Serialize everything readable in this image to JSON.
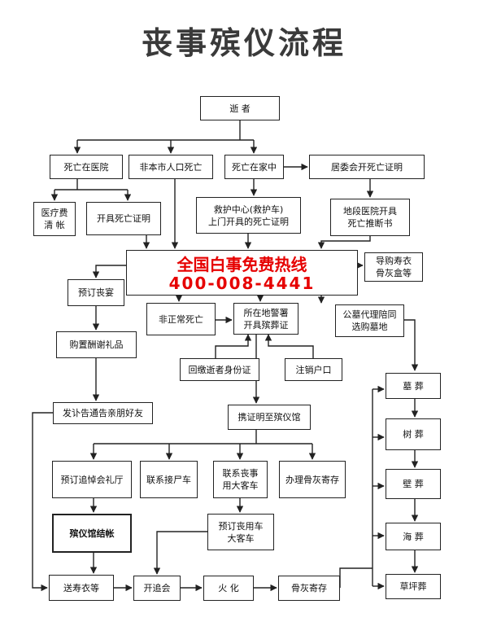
{
  "title": "丧事殡仪流程",
  "hotline": {
    "line1": "全国白事免费热线",
    "line2": "400-008-4441"
  },
  "nodes": {
    "deceased": "逝 者",
    "die_hospital": "死亡在医院",
    "non_resident": "非本市人口死亡",
    "die_home": "死亡在家中",
    "committee_cert": "居委会开死亡证明",
    "medical_fee": "医疗费\n清  帐",
    "issue_cert": "开具死亡证明",
    "rescue_center": "救护中心(救护车)\n上门开具的死亡证明",
    "district_hospital": "地段医院开具\n死亡推断书",
    "buy_shroud": "导购寿衣\n骨灰盒等",
    "book_banquet": "预订丧宴",
    "unnatural": "非正常死亡",
    "police_permit": "所在地警署\n开具殡葬证",
    "cemetery_agent": "公墓代理陪同\n选购墓地",
    "buy_gifts": "购置酬谢礼品",
    "return_id": "回缴逝者身份证",
    "cancel_hukou": "注销户口",
    "obituary": "发讣告通告亲朋好友",
    "bring_cert": "携证明至殡仪馆",
    "book_hall": "预订追悼会礼厅",
    "contact_hearse": "联系接尸车",
    "contact_bus": "联系丧事\n用大客车",
    "ash_storage_proc": "办理骨灰寄存",
    "book_funeral_car": "预订丧用车\n大客车",
    "funeral_home_settle": "殡仪馆结帐",
    "send_shroud": "送寿衣等",
    "memorial": "开追会",
    "cremation": "火  化",
    "ash_storage": "骨灰寄存",
    "tomb_burial": "墓  葬",
    "tree_burial": "树  葬",
    "wall_burial": "壁  葬",
    "sea_burial": "海  葬",
    "lawn_burial": "草坪葬"
  },
  "colors": {
    "line": "#222222",
    "hotline_text": "#e60000",
    "title": "#3a3a3a"
  }
}
